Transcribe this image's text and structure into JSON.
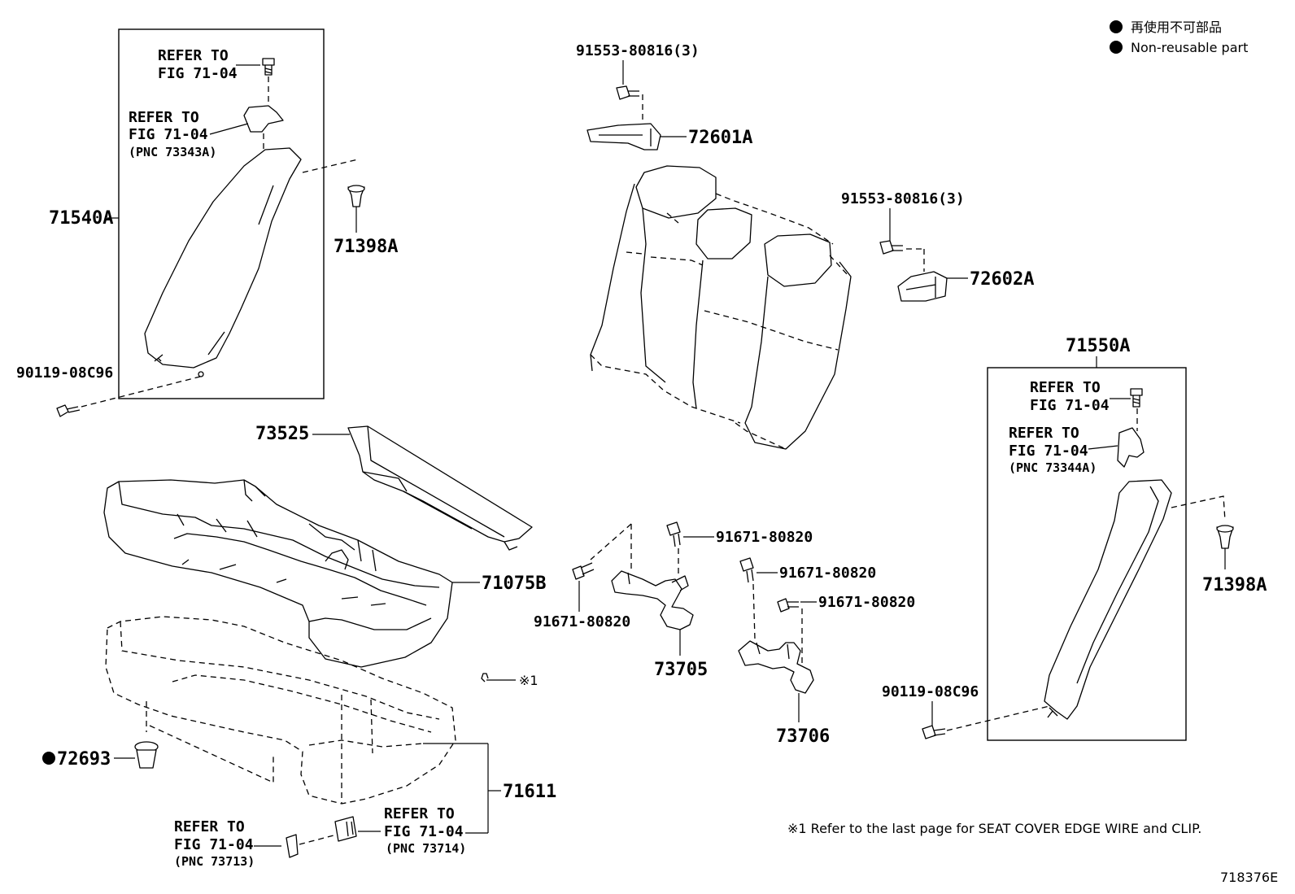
{
  "legend": {
    "line1": "再使用不可部品",
    "line2": "Non-reusable part"
  },
  "refer": {
    "refer_to": "REFER TO",
    "fig": "FIG 71-04",
    "pnc_73343a": "(PNC 73343A)",
    "pnc_73344a": "(PNC 73344A)",
    "pnc_73713": "(PNC 73713)",
    "pnc_73714": "(PNC 73714)"
  },
  "parts": {
    "p71540A": "71540A",
    "p71398A_left": "71398A",
    "p90119_left": "90119-08C96",
    "p91553_top": "91553-80816(3)",
    "p72601A": "72601A",
    "p91553_right": "91553-80816(3)",
    "p72602A": "72602A",
    "p71550A": "71550A",
    "p71398A_right": "71398A",
    "p73525": "73525",
    "p71075B": "71075B",
    "p91671_a": "91671-80820",
    "p91671_b": "91671-80820",
    "p91671_c": "91671-80820",
    "p91671_d": "91671-80820",
    "p73705": "73705",
    "p73706": "73706",
    "p72693": "72693",
    "p71611": "71611",
    "p90119_right": "90119-08C96"
  },
  "note": {
    "mark": "※1",
    "text": "※1  Refer to the last page for SEAT COVER EDGE WIRE and CLIP."
  },
  "illustration_id": "718376E"
}
